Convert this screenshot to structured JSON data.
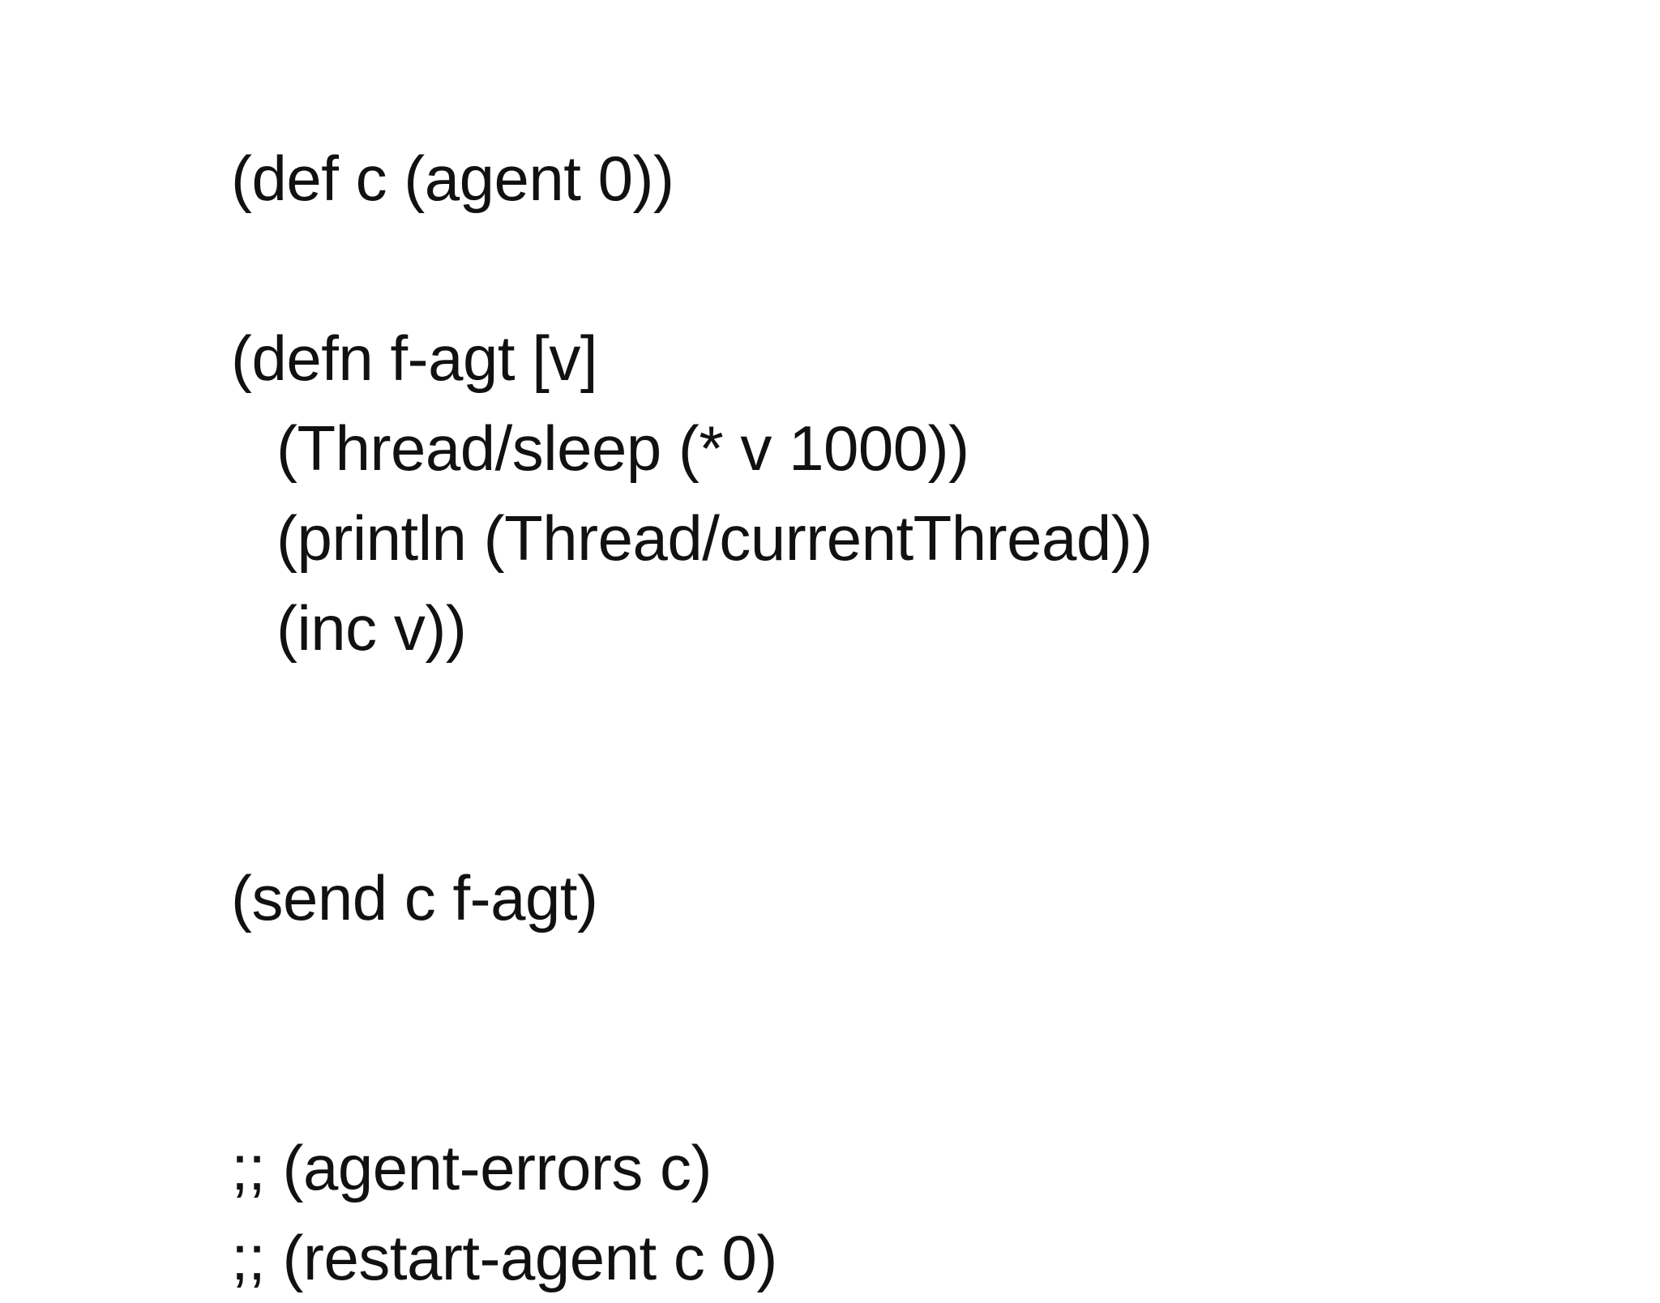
{
  "slide": {
    "background_color": "#ffffff",
    "text_color": "#111111",
    "language": "Clojure",
    "code_lines": [
      {
        "text": "(def c (agent 0))",
        "indent": 0,
        "kind": "code"
      },
      {
        "text": "",
        "indent": 0,
        "kind": "blank"
      },
      {
        "text": "(defn f-agt [v]",
        "indent": 0,
        "kind": "code"
      },
      {
        "text": "(Thread/sleep (* v 1000))",
        "indent": 1,
        "kind": "code"
      },
      {
        "text": "(println (Thread/currentThread))",
        "indent": 1,
        "kind": "code"
      },
      {
        "text": "(inc v))",
        "indent": 1,
        "kind": "code"
      },
      {
        "text": "",
        "indent": 0,
        "kind": "blank"
      },
      {
        "text": "",
        "indent": 0,
        "kind": "blank"
      },
      {
        "text": "(send c f-agt)",
        "indent": 0,
        "kind": "code"
      },
      {
        "text": "",
        "indent": 0,
        "kind": "blank"
      },
      {
        "text": "",
        "indent": 0,
        "kind": "blank"
      },
      {
        "text": ";; (agent-errors c)",
        "indent": 0,
        "kind": "comment"
      },
      {
        "text": ";; (restart-agent c 0)",
        "indent": 0,
        "kind": "comment"
      }
    ]
  }
}
